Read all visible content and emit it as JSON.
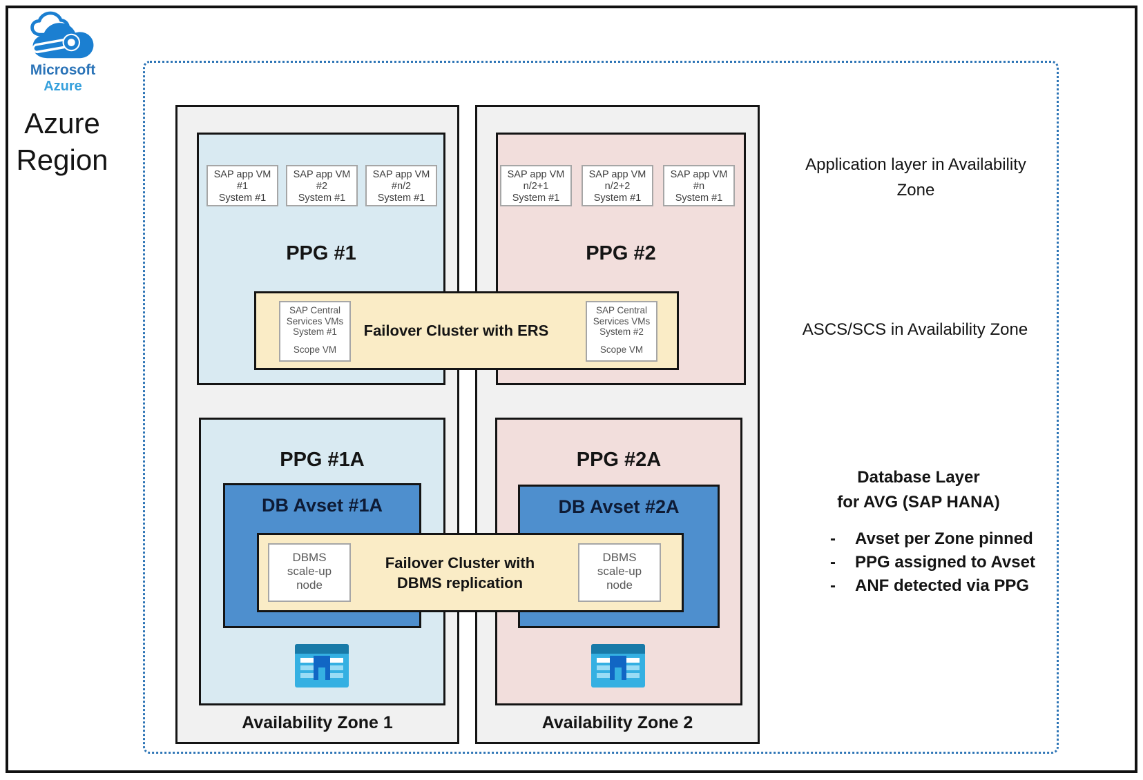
{
  "logo": {
    "microsoft": "Microsoft",
    "azure": "Azure"
  },
  "title": {
    "line1": "Azure",
    "line2": "Region"
  },
  "colors": {
    "dotted_border": "#2e75b6",
    "zone_fill": "#f1f1f1",
    "ppg_blue": "#d9eaf2",
    "ppg_pink": "#f2dedc",
    "band_yellow": "#faecc6",
    "avset_blue": "#4e8fce",
    "logo_blue": "#1b7fd1",
    "anf_body": "#35b0e2",
    "anf_topbar": "#187aa8",
    "anf_door": "#1166c4"
  },
  "zone1": {
    "label": "Availability Zone 1",
    "ppg_title": "PPG #1",
    "vms": [
      {
        "l1": "SAP app VM",
        "l2": "#1",
        "l3": "System #1"
      },
      {
        "l1": "SAP app VM",
        "l2": "#2",
        "l3": "System #1"
      },
      {
        "l1": "SAP app VM",
        "l2": "#n/2",
        "l3": "System #1"
      }
    ],
    "ppg_a_title": "PPG #1A",
    "avset_title": "DB Avset #1A"
  },
  "zone2": {
    "label": "Availability Zone 2",
    "ppg_title": "PPG #2",
    "vms": [
      {
        "l1": "SAP app VM",
        "l2": "n/2+1",
        "l3": "System #1"
      },
      {
        "l1": "SAP app VM",
        "l2": "n/2+2",
        "l3": "System #1"
      },
      {
        "l1": "SAP app VM",
        "l2": "#n",
        "l3": "System #1"
      }
    ],
    "ppg_a_title": "PPG #2A",
    "avset_title": "DB Avset #2A"
  },
  "ers_band": {
    "label": "Failover Cluster with ERS",
    "left_box": {
      "l1": "SAP Central",
      "l2": "Services VMs",
      "l3": "System #1",
      "scope": "Scope VM"
    },
    "right_box": {
      "l1": "SAP Central",
      "l2": "Services VMs",
      "l3": "System #2",
      "scope": "Scope VM"
    }
  },
  "dbms_band": {
    "label_l1": "Failover Cluster with",
    "label_l2": "DBMS replication",
    "left_box": {
      "l1": "DBMS",
      "l2": "scale-up",
      "l3": "node"
    },
    "right_box": {
      "l1": "DBMS",
      "l2": "scale-up",
      "l3": "node"
    }
  },
  "annotations": {
    "app_layer": "Application layer in Availability Zone",
    "ascs": "ASCS/SCS in Availability Zone",
    "db_layer_l1": "Database Layer",
    "db_layer_l2": "for AVG (SAP HANA)",
    "bullet_dash": "-",
    "bullets": [
      "Avset per Zone pinned",
      "PPG assigned to Avset",
      "ANF detected via PPG"
    ]
  }
}
